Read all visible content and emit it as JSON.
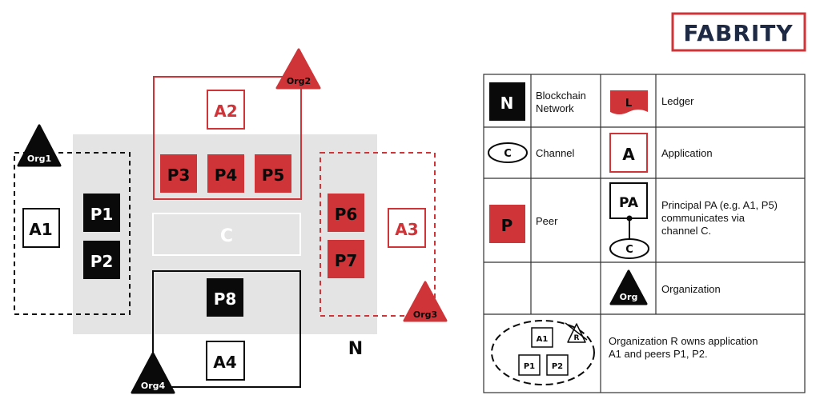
{
  "logo": {
    "text": "FABRITY"
  },
  "colors": {
    "red": "#cf3439",
    "black": "#0a0a0a",
    "grey": "#e4e4e4",
    "white": "#ffffff"
  },
  "diagram": {
    "network": {
      "label": "N"
    },
    "channel": {
      "label": "C"
    },
    "applications": [
      {
        "id": "A1",
        "label": "A1",
        "org": "Org1"
      },
      {
        "id": "A2",
        "label": "A2",
        "org": "Org2"
      },
      {
        "id": "A3",
        "label": "A3",
        "org": "Org3"
      },
      {
        "id": "A4",
        "label": "A4",
        "org": "Org4"
      }
    ],
    "peers": [
      {
        "label": "P1",
        "color": "black"
      },
      {
        "label": "P2",
        "color": "black"
      },
      {
        "label": "P3",
        "color": "red"
      },
      {
        "label": "P4",
        "color": "red"
      },
      {
        "label": "P5",
        "color": "red"
      },
      {
        "label": "P6",
        "color": "red"
      },
      {
        "label": "P7",
        "color": "red"
      },
      {
        "label": "P8",
        "color": "black"
      }
    ],
    "organizations": [
      {
        "label": "Org1",
        "color": "black"
      },
      {
        "label": "Org2",
        "color": "red"
      },
      {
        "label": "Org3",
        "color": "red"
      },
      {
        "label": "Org4",
        "color": "black"
      }
    ]
  },
  "legend": {
    "network": {
      "symbol": "N",
      "text_lines": [
        "Blockchain",
        "Network"
      ]
    },
    "ledger": {
      "symbol": "L",
      "text": "Ledger"
    },
    "channel": {
      "symbol": "C",
      "text": "Channel"
    },
    "application": {
      "symbol": "A",
      "text": "Application"
    },
    "peer": {
      "symbol": "P",
      "text": "Peer"
    },
    "principal": {
      "symbol_top": "PA",
      "symbol_bottom": "C",
      "text_lines": [
        "Principal PA (e.g. A1, P5)",
        "communicates via",
        "channel C."
      ]
    },
    "organization": {
      "symbol": "Org",
      "text": "Organization"
    },
    "ownership": {
      "app": "A1",
      "org": "R",
      "peers": [
        "P1",
        "P2"
      ],
      "text_lines": [
        "Organization R owns application",
        "A1 and peers P1, P2."
      ]
    }
  }
}
